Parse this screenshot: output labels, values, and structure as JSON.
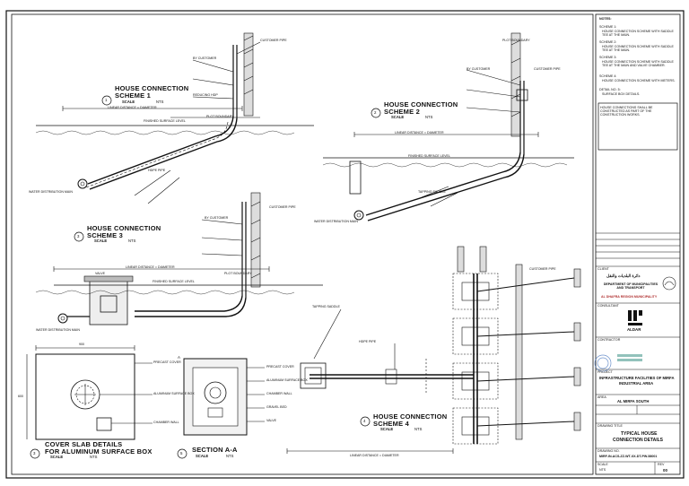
{
  "drawing": {
    "schemes": [
      {
        "num": "1",
        "title_line1": "HOUSE CONNECTION",
        "title_line2": "SCHEME 1",
        "scale_label": "SCALE",
        "scale_value": "NTS"
      },
      {
        "num": "2",
        "title_line1": "HOUSE CONNECTION",
        "title_line2": "SCHEME 2",
        "scale_label": "SCALE",
        "scale_value": "NTS"
      },
      {
        "num": "3",
        "title_line1": "HOUSE CONNECTION",
        "title_line2": "SCHEME 3",
        "scale_label": "SCALE",
        "scale_value": "NTS"
      },
      {
        "num": "4",
        "title_line1": "HOUSE CONNECTION",
        "title_line2": "SCHEME 4",
        "scale_label": "SCALE",
        "scale_value": "NTS"
      }
    ],
    "cover_slab": {
      "num": "3",
      "title_line1": "COVER SLAB DETAILS",
      "title_line2": "FOR ALUMINUM SURFACE BOX",
      "scale_label": "SCALE",
      "scale_value": "NTS"
    },
    "section": {
      "num": "5",
      "title": "SECTION A-A",
      "scale_label": "SCALE",
      "scale_value": "NTS"
    },
    "labels": {
      "linear_distance": "LINEAR DISTANCE = DIAMETER",
      "plot_boundary": "PLOT BOUNDARY",
      "finished_surface": "FINISHED SURFACE LEVEL",
      "by_customer": "BY CUSTOMER",
      "customer_pipe": "CUSTOMER PIPE",
      "reducing_hdpe": "REDUCING HDP",
      "water_distribution_main": "WATER DISTRIBUTION MAIN",
      "hdpe_pipe": "HDPE PIPE",
      "surface_box": "ALUMINUM SURFACE BOX",
      "precast_cover": "PRECAST COVER",
      "chamber": "CHAMBER WALL",
      "gravel": "GRAVEL BED",
      "valve": "VALVE",
      "tee": "TAPPING SADDLE",
      "sec_a": "A",
      "dim_900": "900",
      "dim_600": "600"
    }
  },
  "title_block": {
    "notes_header": "NOTES:",
    "scheme_notes": [
      "SCHEME 1:",
      "HOUSE CONNECTION SCHEME WITH SADDLE TEE AT THE MAIN.",
      "SCHEME 2:",
      "HOUSE CONNECTION SCHEME WITH SADDLE TEE AT THE MAIN.",
      "SCHEME 3:",
      "HOUSE CONNECTION SCHEME WITH SADDLE TEE AT THE MAIN AND VALVE CHAMBER.",
      "SCHEME 4:",
      "HOUSE CONNECTION SCHEME WITH METERS.",
      "DETAIL NO. 5:",
      "SURFACE BOX DETAILS."
    ],
    "boxed_note": "HOUSE CONNECTIONS SHALL BE CONSTRUCTED AS PART OF THE CONSTRUCTION WORKS.",
    "client_label": "CLIENT",
    "client_arabic": "دائرة البلديات والنقل",
    "client_english": "DEPARTMENT OF MUNICIPALITIES AND TRANSPORT",
    "municipality": "AL DHAFRA REGION MUNICIPALITY",
    "consultant_label": "CONSULTANT",
    "consultant": "ALDAR",
    "contractor_label": "CONTRACTOR",
    "project_label": "PROJECT",
    "project_line1": "INFRASTRUCTURE FACILITIES OF MIRFA",
    "project_line2": "INDUSTRIAL AREA",
    "area_label": "AREA",
    "area": "AL MIRFA SOUTH",
    "drawing_title_label": "DRAWING TITLE",
    "drawing_title_line1": "TYPICAL HOUSE",
    "drawing_title_line2": "CONNECTION DETAILS",
    "drawing_no_label": "DRAWING NO.",
    "drawing_no": "MIRF-IN-ACS-ZZ-WT-XX-DT-PW-58001",
    "rev_label": "REV",
    "rev": "00",
    "scale_label": "SCALE",
    "scale": "NTS"
  }
}
